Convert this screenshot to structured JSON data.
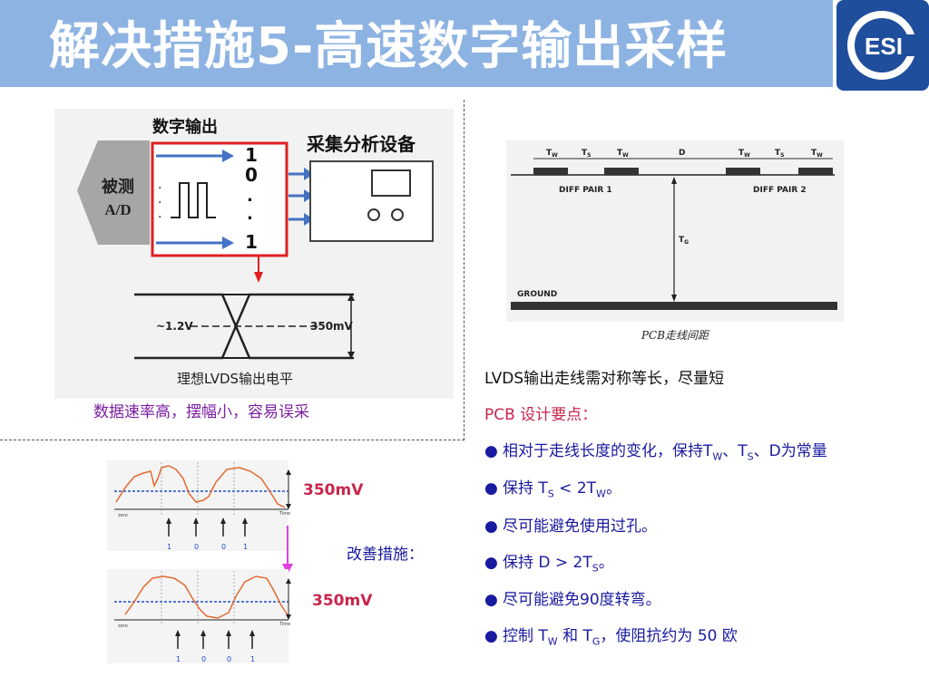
{
  "slide": {
    "title": "解决措施5-高速数字输出采样",
    "logo_text": "ESI",
    "colors": {
      "title_bar": "#8db3e2",
      "logo_bg": "#1f4e9c",
      "blue_text": "#1a1aa0",
      "red_text": "#c8254c",
      "purple_text": "#7b1fa2",
      "red_box": "#e02020"
    }
  },
  "left_diagram": {
    "digital_output_label": "数字输出",
    "dut_label_line1": "被测",
    "dut_label_line2": "A/D",
    "bits": [
      "1",
      "0",
      ".",
      ".",
      "1"
    ],
    "analyzer_label": "采集分析设备",
    "level_left": "~1.2V",
    "level_right": "350mV",
    "lvds_caption": "理想LVDS输出电平",
    "note": "数据速率高，摆幅小，容易误采"
  },
  "pcb_diagram": {
    "tw": "T",
    "tw_sub": "W",
    "ts": "T",
    "ts_sub": "S",
    "d": "D",
    "tg": "T",
    "tg_sub": "G",
    "diff_pair_1": "DIFF PAIR 1",
    "diff_pair_2": "DIFF PAIR 2",
    "ground": "GROUND",
    "caption": "PCB走线间距"
  },
  "waveforms": {
    "top_label": "350mV",
    "bottom_label": "350mV",
    "bits": [
      "1",
      "0",
      "0",
      "1"
    ],
    "bits_bottom": [
      "1",
      "0",
      "0",
      "1"
    ],
    "zero_label": "zero",
    "time_label": "Time",
    "improve_label": "改善措施："
  },
  "right_text": {
    "line1": "LVDS输出走线需对称等长，尽量短",
    "line2": "PCB 设计要点：",
    "b1_pre": "相对于走线长度的变化，保持T",
    "b1_w": "W",
    "b1_mid": "、T",
    "b1_s": "S",
    "b1_post": "、D为常量",
    "b2_pre": "保持 T",
    "b2_s": "S",
    "b2_mid": " < 2T",
    "b2_w": "W",
    "b2_post": "。",
    "b3": "尽可能避免使用过孔。",
    "b4_pre": "保持 D > 2T",
    "b4_s": "S",
    "b4_post": "。",
    "b5": "尽可能避免90度转弯。",
    "b6_pre": "控制 T",
    "b6_w": "W",
    "b6_mid": " 和 T",
    "b6_g": "G",
    "b6_post": "，使阻抗约为 50 欧",
    "bullet": "●"
  }
}
